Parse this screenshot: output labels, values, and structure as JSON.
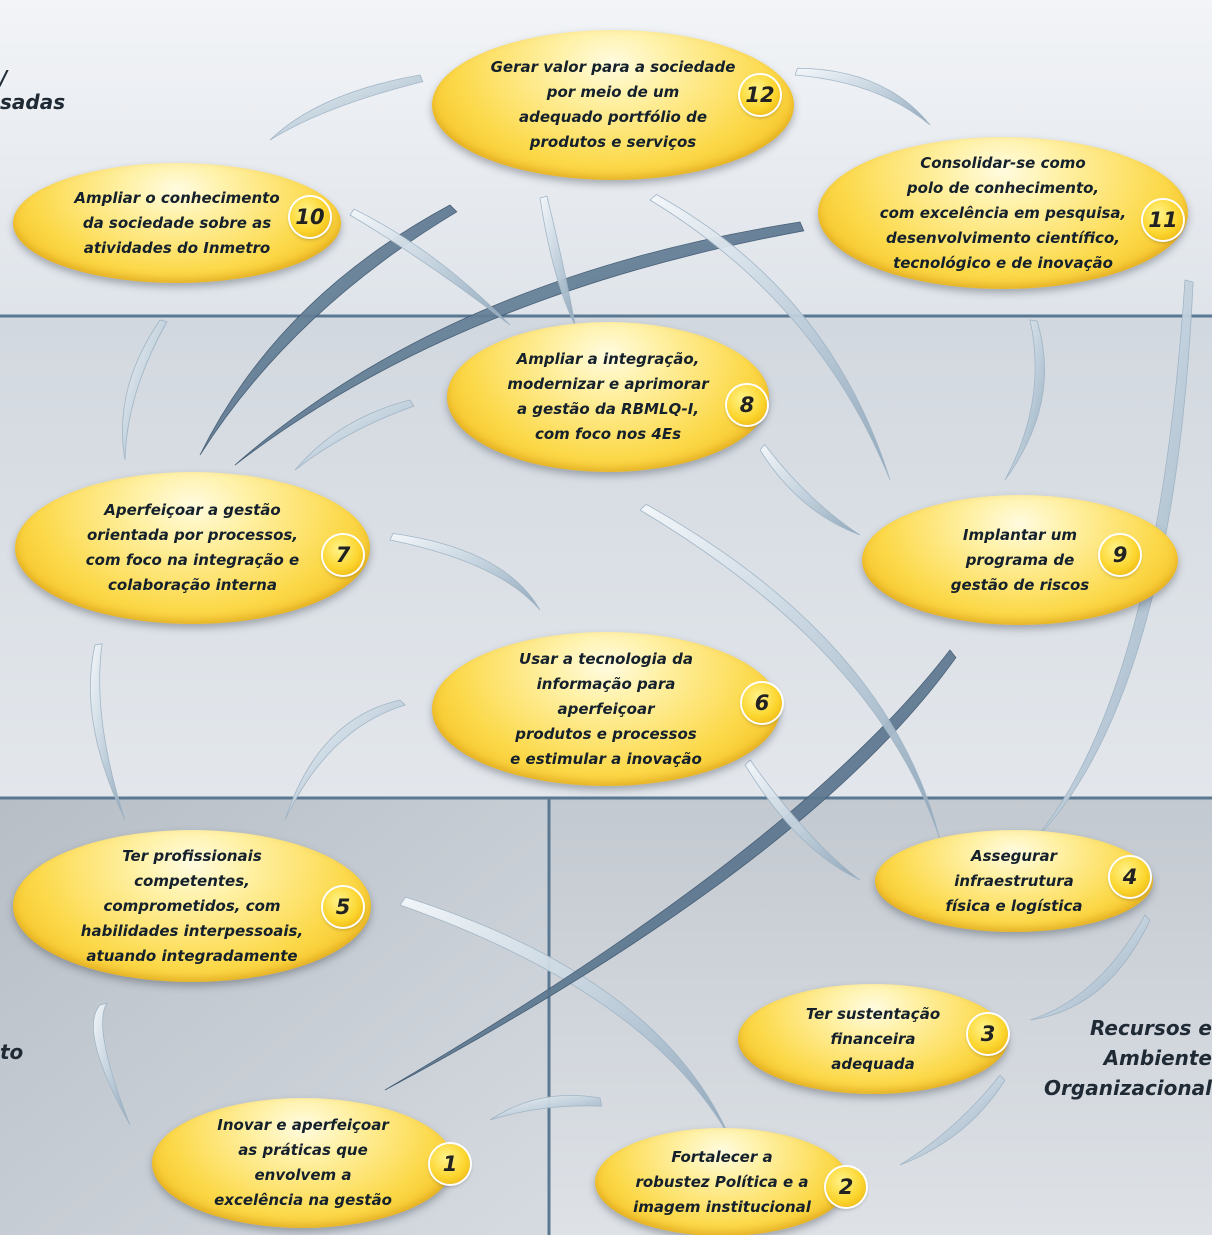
{
  "colors": {
    "band_top": "#e8ecf0",
    "band_middle": "#d9dee4",
    "band_bottom_left": "#bcc3cb",
    "band_bottom_right": "#c6ccd3",
    "divider": "#5b7892",
    "node_fill": "#fcd94a",
    "arrow_light": "#c8d6e2",
    "arrow_dark": "#4d6984"
  },
  "side_labels": {
    "top_left": "/\nsadas",
    "bottom_left": "to",
    "bottom_right": "Recursos e\nAmbiente\nOrganizacional"
  },
  "nodes": [
    {
      "id": "1",
      "number": "1",
      "text": "Inovar e aperfeiçoar\nas práticas que\nenvolvem a\nexcelência na gestão"
    },
    {
      "id": "2",
      "number": "2",
      "text": "Fortalecer a\nrobustez Política e a\nimagem institucional"
    },
    {
      "id": "3",
      "number": "3",
      "text": "Ter sustentação\nfinanceira\nadequada"
    },
    {
      "id": "4",
      "number": "4",
      "text": "Assegurar\ninfraestrutura\nfísica e logística"
    },
    {
      "id": "5",
      "number": "5",
      "text": "Ter profissionais\ncompetentes,\ncomprometidos, com\nhabilidades interpessoais,\natuando integradamente"
    },
    {
      "id": "6",
      "number": "6",
      "text": "Usar a tecnologia da\ninformação para\naperfeiçoar\nprodutos e processos\ne estimular a inovação"
    },
    {
      "id": "7",
      "number": "7",
      "text": "Aperfeiçoar a gestão\norientada por processos,\ncom foco na integração e\ncolaboração interna"
    },
    {
      "id": "8",
      "number": "8",
      "text": "Ampliar a integração,\nmodernizar e aprimorar\na gestão da RBMLQ-I,\ncom foco nos 4Es"
    },
    {
      "id": "9",
      "number": "9",
      "text": "Implantar um\nprograma de\ngestão de riscos"
    },
    {
      "id": "10",
      "number": "10",
      "text": "Ampliar o conhecimento\nda sociedade sobre as\natividades do Inmetro"
    },
    {
      "id": "11",
      "number": "11",
      "text": "Consolidar-se como\npolo de conhecimento,\ncom excelência em pesquisa,\ndesenvolvimento científico,\ntecnológico e de inovação"
    },
    {
      "id": "12",
      "number": "12",
      "text": "Gerar valor para a sociedade\npor meio de um\nadequado portfólio de\nprodutos e serviços"
    }
  ]
}
